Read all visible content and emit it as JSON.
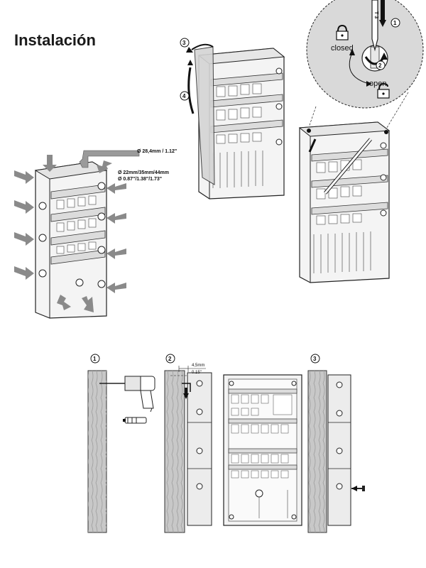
{
  "page": {
    "title": "Instalación"
  },
  "top": {
    "hole_top": "Ø 28,4mm / 1.12\"",
    "hole_side_mm": "Ø 22mm/35mm/44mm",
    "hole_side_in": "Ø 0.87\"/1.38\"/1.73\"",
    "steps": [
      "3",
      "4"
    ]
  },
  "lock": {
    "closed_label": "closed",
    "open_label": "open",
    "steps": [
      "1",
      "2"
    ],
    "screwdriver_mark": "T 3"
  },
  "bottom": {
    "steps": [
      "1",
      "2",
      "3"
    ],
    "dim_mm": "4,5mm",
    "dim_in": "0.15\""
  },
  "colors": {
    "arrow_grey": "#8a8a8a",
    "line": "#222222",
    "lock_bg": "#d9d9d9",
    "wood": "#c8c8c8"
  }
}
